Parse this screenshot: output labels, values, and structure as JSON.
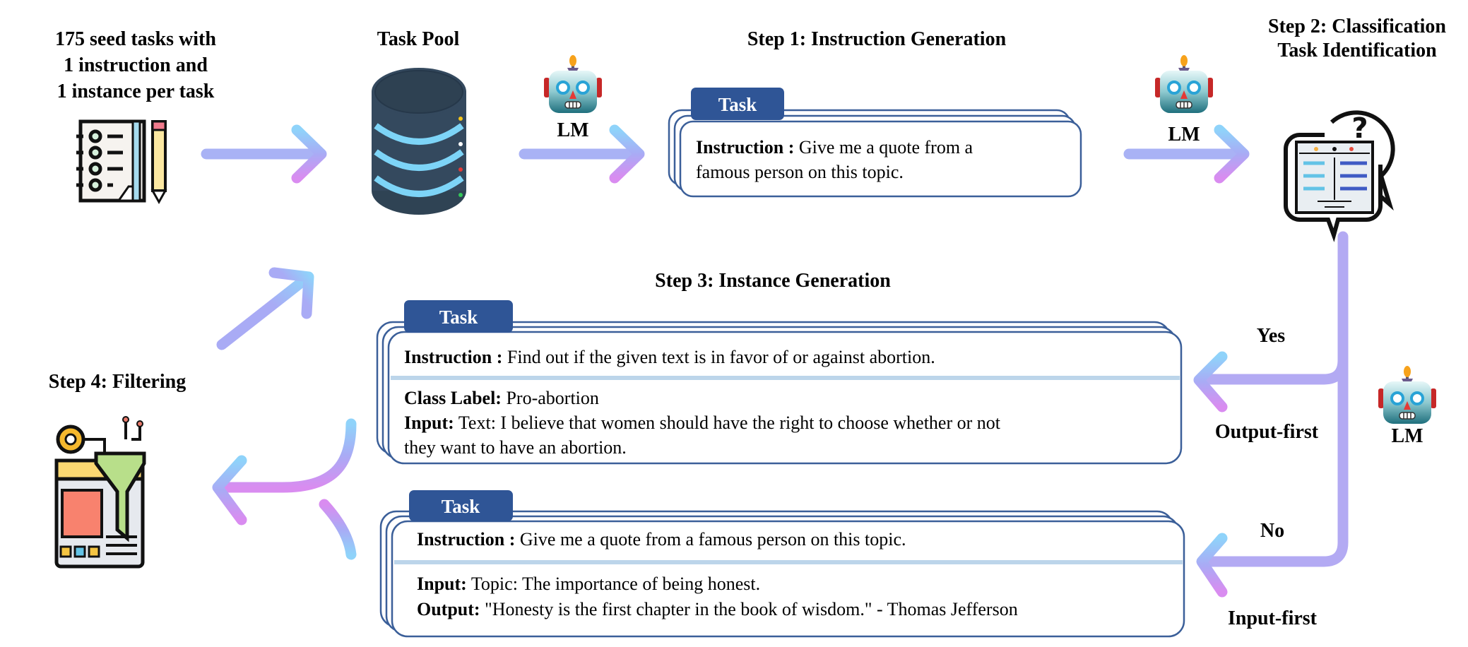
{
  "seed": {
    "lines": [
      "175 seed tasks with",
      "1 instruction and",
      "1 instance per task"
    ]
  },
  "task_pool": {
    "title": "Task Pool"
  },
  "lm": {
    "label": "LM"
  },
  "step1": {
    "title": "Step 1: Instruction Generation",
    "task_tab": "Task",
    "instruction_label": "Instruction :",
    "instruction_line1": " Give me a quote from a",
    "instruction_line2": "famous person on this topic."
  },
  "step2": {
    "title_line1": "Step 2: Classification",
    "title_line2": "Task Identification"
  },
  "step3": {
    "title": "Step 3: Instance Generation",
    "yes_label": "Yes",
    "output_first_label": "Output-first",
    "no_label": "No",
    "input_first_label": "Input-first",
    "classification_task": {
      "task_tab": "Task",
      "instruction_label": "Instruction :",
      "instruction": " Find out if the given text is in favor of or against abortion.",
      "class_label_label": "Class Label:",
      "class_label": " Pro-abortion",
      "input_label": "Input:",
      "input_line1": " Text: I believe that women should have the right to choose whether or not",
      "input_line2": "they want to have an abortion."
    },
    "non_classification_task": {
      "task_tab": "Task",
      "instruction_label": "Instruction :",
      "instruction": " Give me a quote from a famous person on this topic.",
      "input_label": "Input:",
      "input": " Topic: The importance of being honest.",
      "output_label": "Output:",
      "output": " \"Honesty is the first chapter in the book of wisdom.\" - Thomas Jefferson"
    }
  },
  "step4": {
    "title": "Step 4: Filtering"
  },
  "icons": [
    "checklist-icon",
    "database-icon",
    "robot-icon",
    "classification-chat-icon",
    "filter-funnel-icon"
  ],
  "colors": {
    "task_tab": "#2f5596",
    "card_border": "#3b5f99",
    "divider": "#bcd5ea",
    "arrow_blue": "#8fd3fa",
    "arrow_purple": "#a9abf5",
    "arrow_pink": "#d98cf0"
  }
}
